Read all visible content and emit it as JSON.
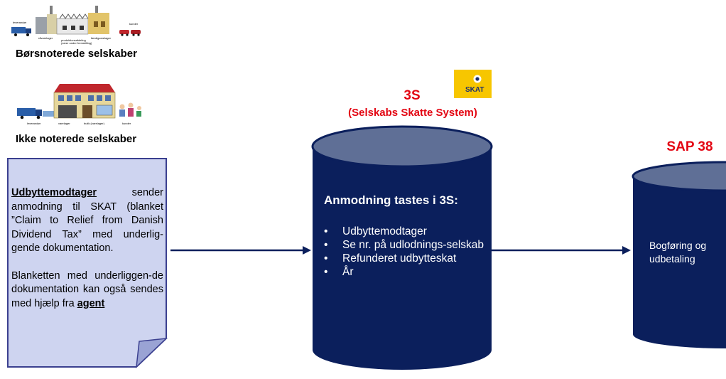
{
  "listed": {
    "caption": "Børsnoterede selskaber",
    "labels": [
      "leverandør",
      "råvarelager",
      "produktionsafdeling",
      "(varer under fremstilling)",
      "færdigvarelager",
      "kunder"
    ]
  },
  "unlisted": {
    "caption": "Ikke noterede selskaber",
    "labels": [
      "leverandør",
      "varelager",
      "butik (varelager)",
      "kunder"
    ]
  },
  "document": {
    "link1": "Udbyttemodtager",
    "p1_rest": " sender anmodning til SKAT (blanket ”Claim to Relief from Danish Dividend Tax” med underlig-gende dokumentation.",
    "p2_text": "Blanketten med underliggen-de dokumentation kan også sendes med hjælp fra ",
    "link2": "agent"
  },
  "system_3s": {
    "title": "3S",
    "subtitle": "(Selskabs Skatte System)",
    "logo_text": "SKAT",
    "heading": "Anmodning tastes i 3S:",
    "bullets": [
      "Udbyttemodtager",
      "Se nr. på udlodnings-selskab",
      "Refunderet udbytteskat",
      "År"
    ]
  },
  "sap": {
    "title": "SAP 38",
    "body": "Bogføring og udbetaling"
  },
  "colors": {
    "cylinder": "#0b1f5c",
    "cylinder_top": "#5f6f96",
    "accent_red": "#e30613",
    "document_fill": "#ced4f0",
    "document_border": "#3a3f8f",
    "arrow": "#0b1f5c",
    "skat_yellow": "#f7c600"
  }
}
